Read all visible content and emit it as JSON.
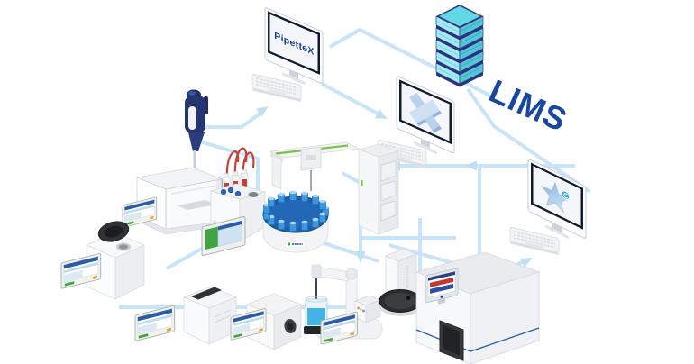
{
  "labels": {
    "pipettex": "PipetteX",
    "lims": "LIMS"
  },
  "colors": {
    "connection_line": "#C7E4F8",
    "brand_navy": "#1D3C8F",
    "lims_text_blue": "#17479F",
    "server_teal_light": "#A4EAF1",
    "server_teal_dark": "#55C6D8",
    "server_navy": "#2C3481",
    "accent_green": "#3FA33F",
    "gantry_green": "#7DC242",
    "burette_red": "#C44136",
    "vial_blue": "#3D97DC",
    "carousel_blue": "#1D5EA8",
    "screen_header_blue": "#2B5CA5",
    "beaker_liquid_blue": "#45B3E6",
    "monitor_bezel_dark": "#121B2E"
  },
  "devices": [
    "desktop-monitor-pipettex",
    "pipettex-keyboard",
    "lims-server-stack",
    "desktop-monitor-x-logo",
    "x-monitor-keyboard",
    "desktop-monitor-star-logo",
    "star-monitor-keyboard",
    "electronic-pipette",
    "analytical-balance-with-draft-shield",
    "lidded-benchtop-analyzer",
    "titrator-with-red-burette-tubing",
    "autosampler-carousel-with-robotic-arm",
    "spectrophotometer",
    "cube-analyzer",
    "ph-meter-with-electrode-and-beaker",
    "thermal-analyzer-with-sample-robot",
    "instrument-terminal-displays"
  ],
  "connections": {
    "style": "light blue network lines",
    "arrow_count": 6
  }
}
